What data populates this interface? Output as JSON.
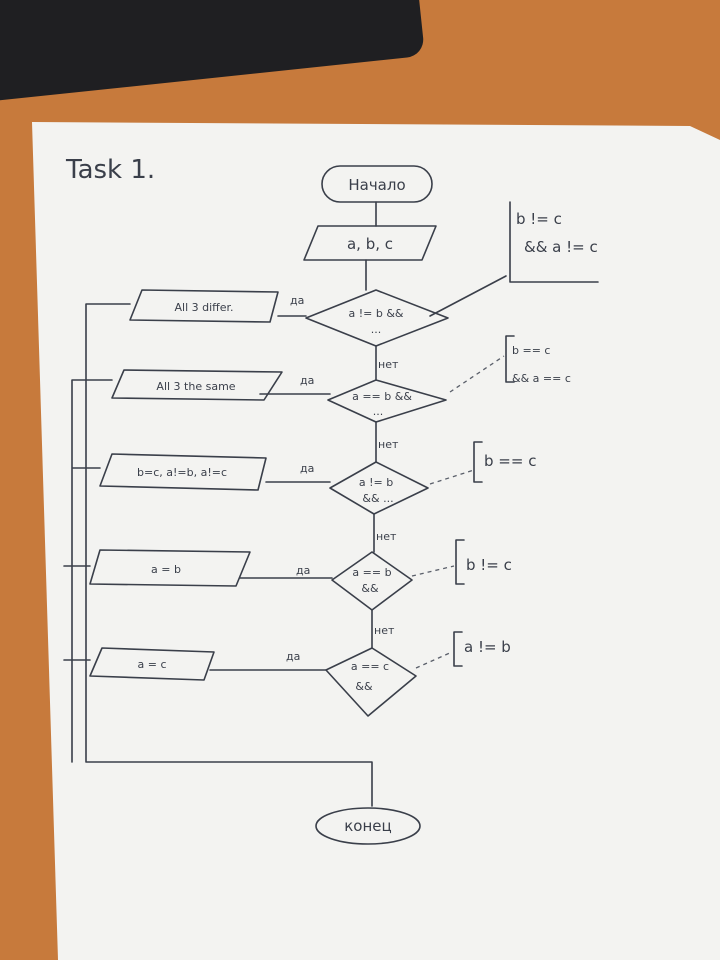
{
  "title": "Task 1.",
  "start": "Начало",
  "input": "a, b, c",
  "end": "конец",
  "yes_label": "да",
  "no_label": "нет",
  "decisions": [
    {
      "line1": "a != b &&",
      "line2": "...",
      "note1": "b != c",
      "note2": "&& a != c"
    },
    {
      "line1": "a == b &&",
      "line2": "...",
      "note1": "b == c",
      "note2": "&& a == c"
    },
    {
      "line1": "a != b",
      "line2": "&& ...",
      "note1": "b == c",
      "note2": ""
    },
    {
      "line1": "a == b",
      "line2": "&&",
      "note1": "b != c",
      "note2": ""
    },
    {
      "line1": "a == c",
      "line2": "&&",
      "note1": "a != b",
      "note2": ""
    }
  ],
  "outputs": [
    "All 3 differ.",
    "All 3 the same",
    "b=c, a!=b, a!=c",
    "a = b",
    "a = c"
  ]
}
